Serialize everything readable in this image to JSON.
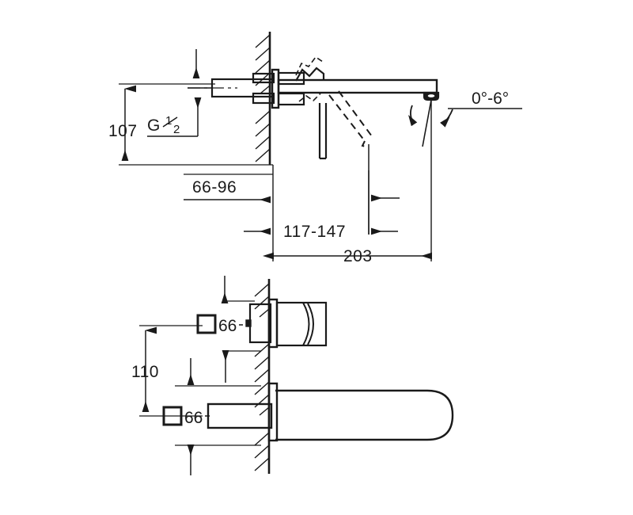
{
  "drawing": {
    "title": "Wall-mounted two-hole basin mixer dimensional drawing",
    "background_color": "#ffffff",
    "line_color": "#1a1a1a",
    "views": [
      {
        "name": "side-elevation-section",
        "position": "top"
      },
      {
        "name": "front-elevation-section",
        "position": "bottom"
      }
    ]
  },
  "dimensions": {
    "height_107": "107",
    "thread_label": "G",
    "thread_fraction_num": "1",
    "thread_fraction_den": "2",
    "wall_depth_66_96": "66-96",
    "projection_117_147": "117-147",
    "total_projection_203": "203",
    "outlet_angle": "0°-6°",
    "vertical_spacing_110": "110",
    "square_upper": "66",
    "square_lower": "66"
  },
  "symbols": {
    "square_profile_icon": "square-profile-icon",
    "degree_sign": "°"
  },
  "colors": {
    "line": "#1a1a1a",
    "background": "#ffffff",
    "thin_line": "#3a3a3a"
  }
}
